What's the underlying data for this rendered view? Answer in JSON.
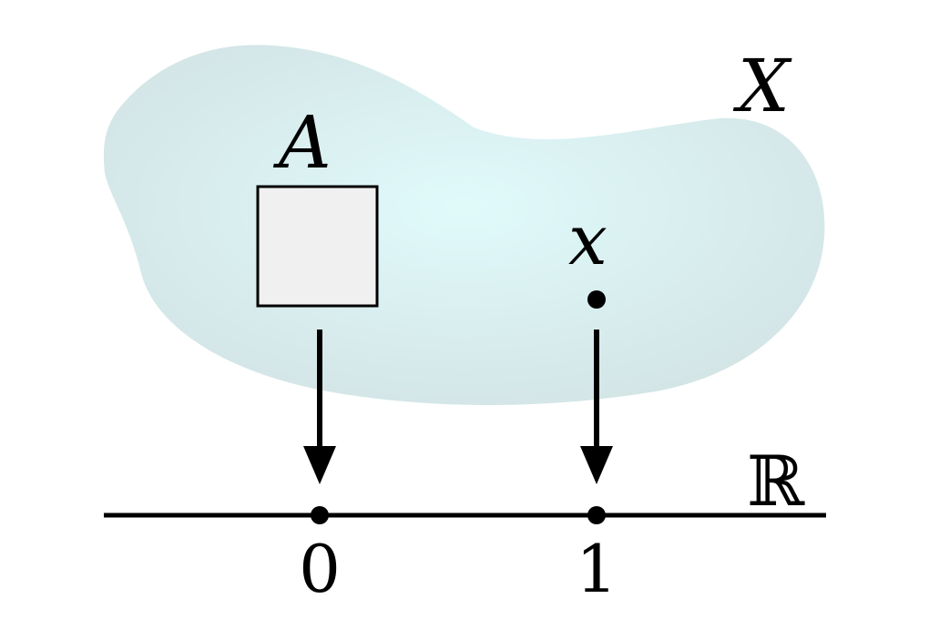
{
  "labels": {
    "space": "X",
    "set": "A",
    "point": "x",
    "reals": "ℝ",
    "tick_zero": "0",
    "tick_one": "1"
  },
  "colors": {
    "blob_center": "#e0fafb",
    "blob_edge": "#d3e4e5",
    "square_fill": "#f0f0f0",
    "ink": "#000000"
  }
}
